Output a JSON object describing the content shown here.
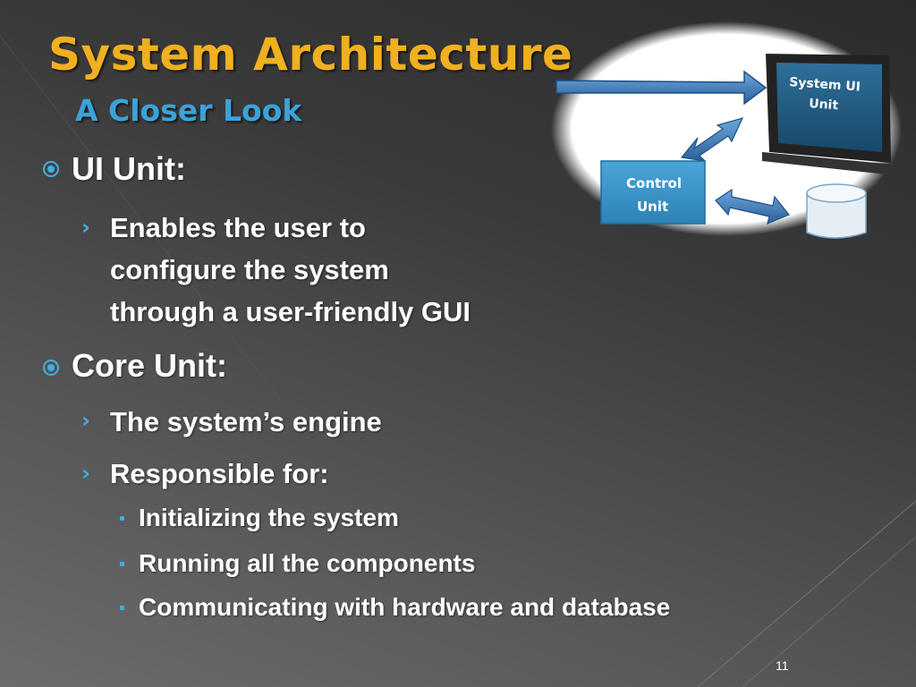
{
  "slide": {
    "title": "System Architecture",
    "subtitle": "A Closer Look",
    "page_number": "11"
  },
  "bullets": {
    "ui_unit": {
      "heading": "UI Unit:",
      "items": [
        "Enables the user to",
        "configure the system",
        "through a user-friendly GUI"
      ]
    },
    "core_unit": {
      "heading": "Core Unit:",
      "item1": "The system’s engine",
      "item2": "Responsible for:",
      "subitems": [
        "Initializing the system",
        "Running all the components",
        "Communicating with hardware and database"
      ]
    }
  },
  "diagram": {
    "monitor_line1": "System UI",
    "monitor_line2": "Unit",
    "control_line1": "Control",
    "control_line2": "Unit"
  },
  "colors": {
    "title": "#f0b020",
    "subtitle": "#3aa3d8",
    "accent": "#40aee0"
  }
}
